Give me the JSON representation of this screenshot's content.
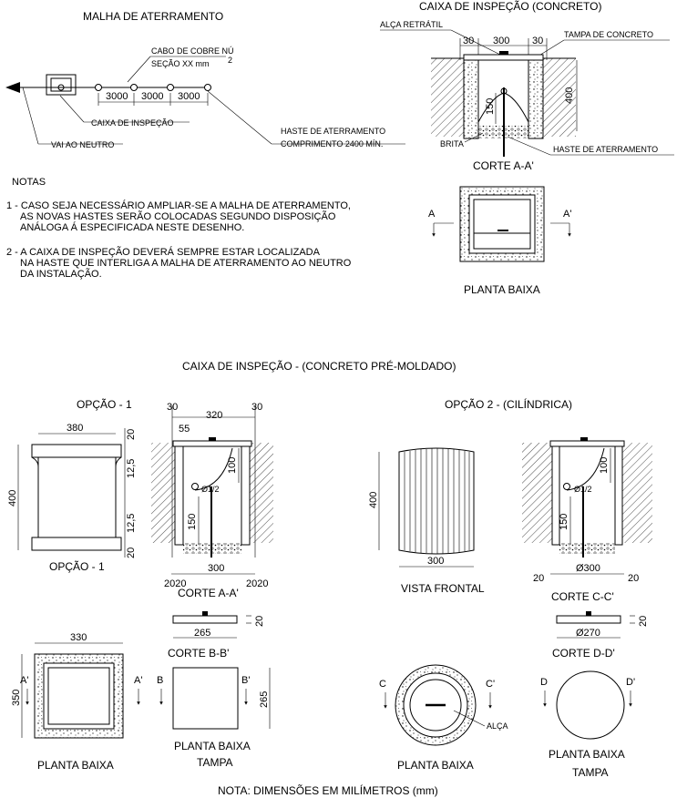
{
  "malha": {
    "title": "MALHA DE ATERRAMENTO",
    "cabo_label": "CABO DE COBRE NÚ",
    "secao_label": "SEÇÃO XX mm",
    "secao_sup": "2",
    "spacing": [
      "3000",
      "3000",
      "3000"
    ],
    "caixa_label": "CAIXA DE INSPEÇÃO",
    "haste_label": "HASTE DE ATERRAMENTO",
    "comprimento_label": "COMPRIMENTO 2400 MÍN.",
    "neutro_label": "VAI AO NEUTRO"
  },
  "notas": {
    "title": "NOTAS",
    "n1": [
      "1 - CASO SEJA NECESSÁRIO AMPLIAR-SE A MALHA DE ATERRAMENTO,",
      "AS NOVAS HASTES SERÃO COLOCADAS SEGUNDO DISPOSIÇÃO",
      "ANÁLOGA Á ESPECIFICADA NESTE DESENHO."
    ],
    "n2": [
      "2 - A CAIXA DE INSPEÇÃO DEVERÁ SEMPRE ESTAR LOCALIZADA",
      "NA HASTE QUE INTERLIGA A MALHA DE ATERRAMENTO AO NEUTRO",
      "DA INSTALAÇÃO."
    ]
  },
  "concreto": {
    "title": "CAIXA DE INSPEÇÃO (CONCRETO)",
    "alca": "ALÇA RETRÁTIL",
    "tampa": "TAMPA DE CONCRETO",
    "dims": {
      "d30a": "30",
      "d300": "300",
      "d30b": "30",
      "d400": "400",
      "d150": "150"
    },
    "brita": "BRITA",
    "haste": "HASTE DE ATERRAMENTO",
    "corte": "CORTE A-A'",
    "planta": "PLANTA BAIXA",
    "a": "A",
    "a2": "A'"
  },
  "premoldado": {
    "title": "CAIXA DE INSPEÇÃO - (CONCRETO PRÉ-MOLDADO)",
    "opcao1": "OPÇÃO - 1",
    "opcao1_caption": "OPÇÃO - 1",
    "opcao2": "OPÇÃO 2 - (CILÍNDRICA)",
    "o1": {
      "d380": "380",
      "d20a": "20",
      "d125a": "12,5",
      "d400": "400",
      "d125b": "12,5",
      "d20b": "20"
    },
    "ca": {
      "d30a": "30",
      "d320": "320",
      "d30b": "30",
      "d55": "55",
      "d100": "100",
      "phi": "Ø1/2",
      "d150": "150",
      "d2020a": "2020",
      "d300": "300",
      "d2020b": "2020",
      "caption": "CORTE A-A'"
    },
    "cb": {
      "d265": "265",
      "d20": "20",
      "caption": "CORTE B-B'"
    },
    "pb1": {
      "d330": "330",
      "d350": "350",
      "a": "A'",
      "a2": "A'",
      "caption": "PLANTA BAIXA"
    },
    "pbt1": {
      "b": "B",
      "b2": "B'",
      "d265": "265",
      "caption1": "PLANTA BAIXA",
      "caption2": "TAMPA"
    },
    "vf": {
      "d400": "400",
      "d300": "300",
      "caption": "VISTA FRONTAL"
    },
    "cc": {
      "d100": "100",
      "phi": "Ø1/2",
      "d150": "150",
      "d20a": "20",
      "d300": "Ø300",
      "d20b": "20",
      "caption": "CORTE C-C'"
    },
    "cd": {
      "d270": "Ø270",
      "d20": "20",
      "caption": "CORTE D-D'"
    },
    "pb2": {
      "c": "C",
      "c2": "C'",
      "alca": "ALÇA",
      "caption": "PLANTA BAIXA"
    },
    "pbt2": {
      "d": "D",
      "d2": "D'",
      "caption1": "PLANTA BAIXA",
      "caption2": "TAMPA"
    }
  },
  "nota_final": "NOTA: DIMENSÕES EM MILÍMETROS (mm)"
}
